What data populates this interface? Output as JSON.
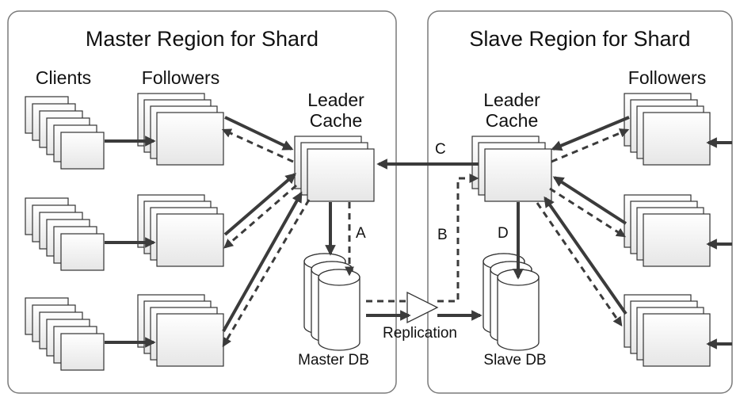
{
  "master_region": {
    "title": "Master Region for Shard",
    "clients_label": "Clients",
    "followers_label": "Followers",
    "leader_label_line1": "Leader",
    "leader_label_line2": "Cache",
    "db_label": "Master DB"
  },
  "slave_region": {
    "title": "Slave Region for Shard",
    "followers_label": "Followers",
    "leader_label_line1": "Leader",
    "leader_label_line2": "Cache",
    "db_label": "Slave DB"
  },
  "replication_label": "Replication",
  "flow_labels": {
    "a": "A",
    "b": "B",
    "c": "C",
    "d": "D"
  },
  "colors": {
    "stroke": "#3b3b3b",
    "region_border": "#7a7a7a",
    "card_fill_top": "#ffffff",
    "card_fill_bottom": "#e6e6e6"
  }
}
